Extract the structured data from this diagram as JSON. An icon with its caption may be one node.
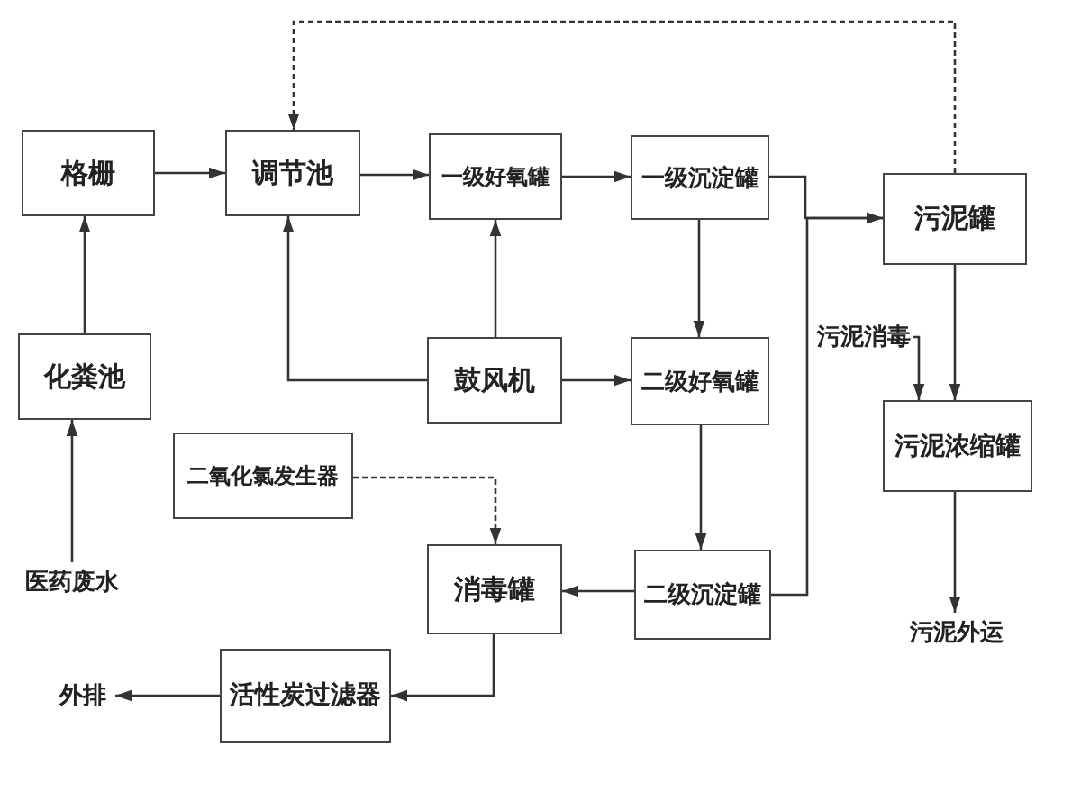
{
  "diagram": {
    "nodes": [
      {
        "text": [
          "格栅"
        ]
      },
      {
        "text": [
          "调节池"
        ]
      },
      {
        "text": [
          "一级好氧罐"
        ]
      },
      {
        "text": [
          "一级沉淀罐"
        ]
      },
      {
        "text": [
          "污泥罐"
        ]
      },
      {
        "text": [
          "化粪池"
        ]
      },
      {
        "text": [
          "鼓风机"
        ]
      },
      {
        "text": [
          "二级好氧罐"
        ]
      },
      {
        "text": [
          "二氧化氯发生器"
        ]
      },
      {
        "text": [
          "污泥消毒"
        ]
      },
      {
        "text": [
          "污泥浓缩罐"
        ]
      },
      {
        "text": [
          "医药废水"
        ]
      },
      {
        "text": [
          "消毒罐"
        ]
      },
      {
        "text": [
          "二级沉淀罐"
        ]
      },
      {
        "text": [
          "污泥外运"
        ]
      },
      {
        "text": [
          "外排"
        ]
      },
      {
        "text": [
          "活性炭过滤器"
        ]
      }
    ],
    "edges": [
      {
        "from": 11,
        "to": 5,
        "arrow": "to"
      },
      {
        "from": 5,
        "to": 0,
        "arrow": "to"
      },
      {
        "from": 0,
        "to": 1,
        "arrow": "to"
      },
      {
        "from": 1,
        "to": 2,
        "arrow": "to"
      },
      {
        "from": 2,
        "to": 3,
        "arrow": "to"
      },
      {
        "from": 3,
        "to": 7,
        "arrow": "to"
      },
      {
        "from": 6,
        "to": 2,
        "arrow": "to"
      },
      {
        "from": 6,
        "to": 1,
        "arrow": "to"
      },
      {
        "from": 6,
        "to": 7,
        "arrow": "to"
      },
      {
        "from": 7,
        "to": 13,
        "arrow": "to"
      },
      {
        "from": 13,
        "to": 12,
        "arrow": "to"
      },
      {
        "from": 12,
        "to": 16,
        "arrow": "to"
      },
      {
        "from": 16,
        "to": 15,
        "arrow": "to"
      },
      {
        "from": 8,
        "to": 12,
        "arrow": "to",
        "style": "dashed"
      },
      {
        "from": 3,
        "to": 4,
        "arrow": "to"
      },
      {
        "from": 13,
        "to": 4,
        "arrow": "to"
      },
      {
        "from": 4,
        "to": 10,
        "arrow": "to"
      },
      {
        "from": 9,
        "to": 10,
        "arrow": "to"
      },
      {
        "from": 10,
        "to": 14,
        "arrow": "to"
      },
      {
        "from": 4,
        "to": 1,
        "arrow": "to",
        "style": "dashed"
      }
    ]
  }
}
